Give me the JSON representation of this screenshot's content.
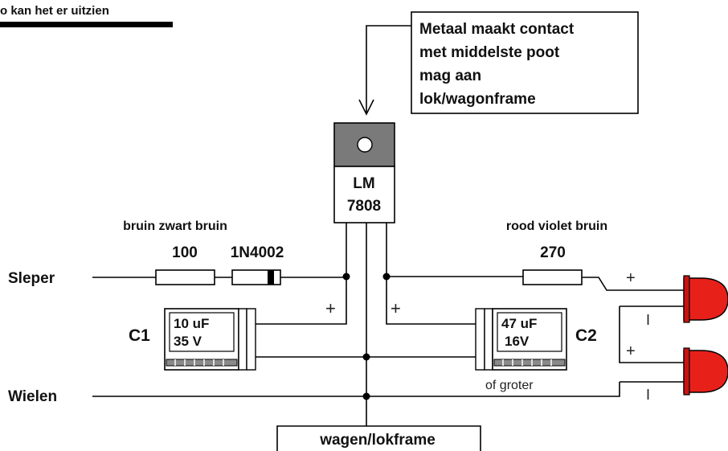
{
  "heading": "o kan het er uitzien",
  "note": {
    "lines": [
      "Metaal maakt contact",
      "met middelste poot",
      "mag aan",
      "lok/wagonframe"
    ]
  },
  "regulator": {
    "line1": "LM",
    "line2": "7808"
  },
  "resistor1": {
    "colors": "bruin  zwart  bruin",
    "value": "100",
    "color": "#ffffff"
  },
  "diode": {
    "label": "1N4002"
  },
  "resistor2": {
    "colors": "rood  violet  bruin",
    "value": "270"
  },
  "c1": {
    "name": "C1",
    "value": "10 uF",
    "voltage": "35 V",
    "plus": "+"
  },
  "c2": {
    "name": "C2",
    "value": "47 uF",
    "voltage": "16V",
    "note": "of groter",
    "plus": "+"
  },
  "labels": {
    "sleper": "Sleper",
    "wielen": "Wielen",
    "frame": "wagen/lokframe"
  },
  "led1": {
    "plus": "+",
    "minus": "I",
    "color": "#e8201a"
  },
  "led2": {
    "plus": "+",
    "minus": "I",
    "color": "#e8201a"
  }
}
